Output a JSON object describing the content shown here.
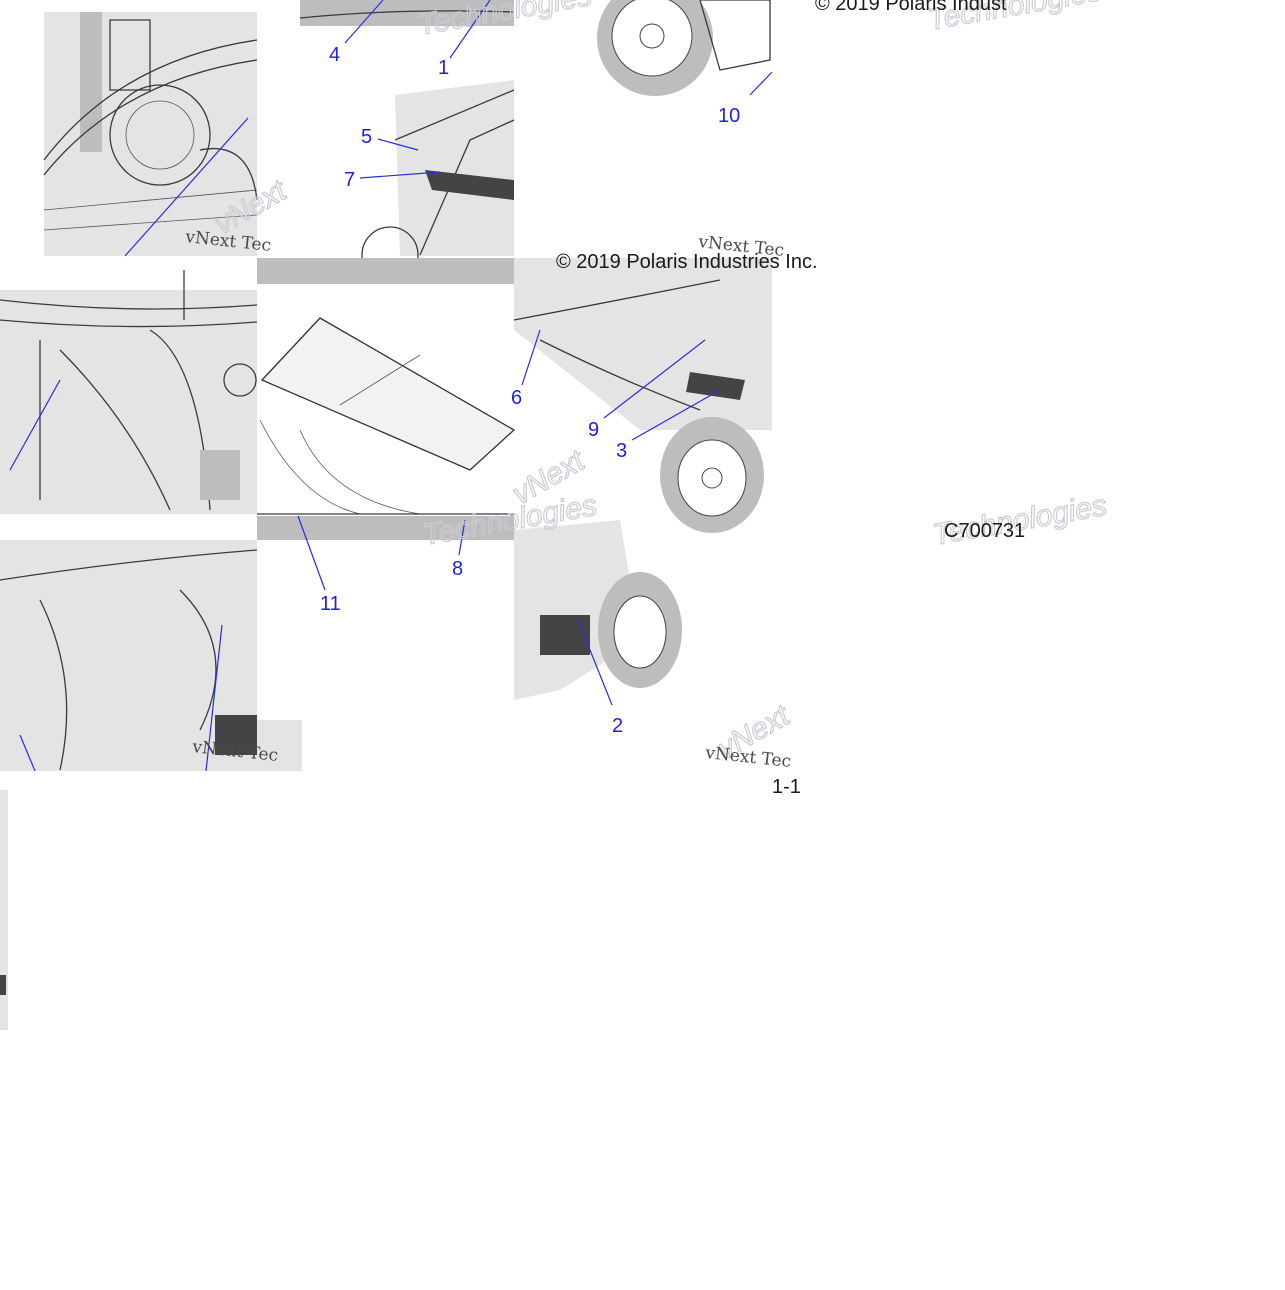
{
  "diagram": {
    "copyright": "© 2019 Polaris Industries Inc.",
    "copyright_partial": "© 2019 Polaris Indust",
    "figure_code": "C700731",
    "page_code": "1-1",
    "watermark_small": "vNext Tec",
    "watermark_big": "Technologies",
    "watermark_alt": "vNext",
    "callouts": [
      "1",
      "2",
      "3",
      "4",
      "5",
      "6",
      "7",
      "8",
      "9",
      "10",
      "11"
    ]
  }
}
